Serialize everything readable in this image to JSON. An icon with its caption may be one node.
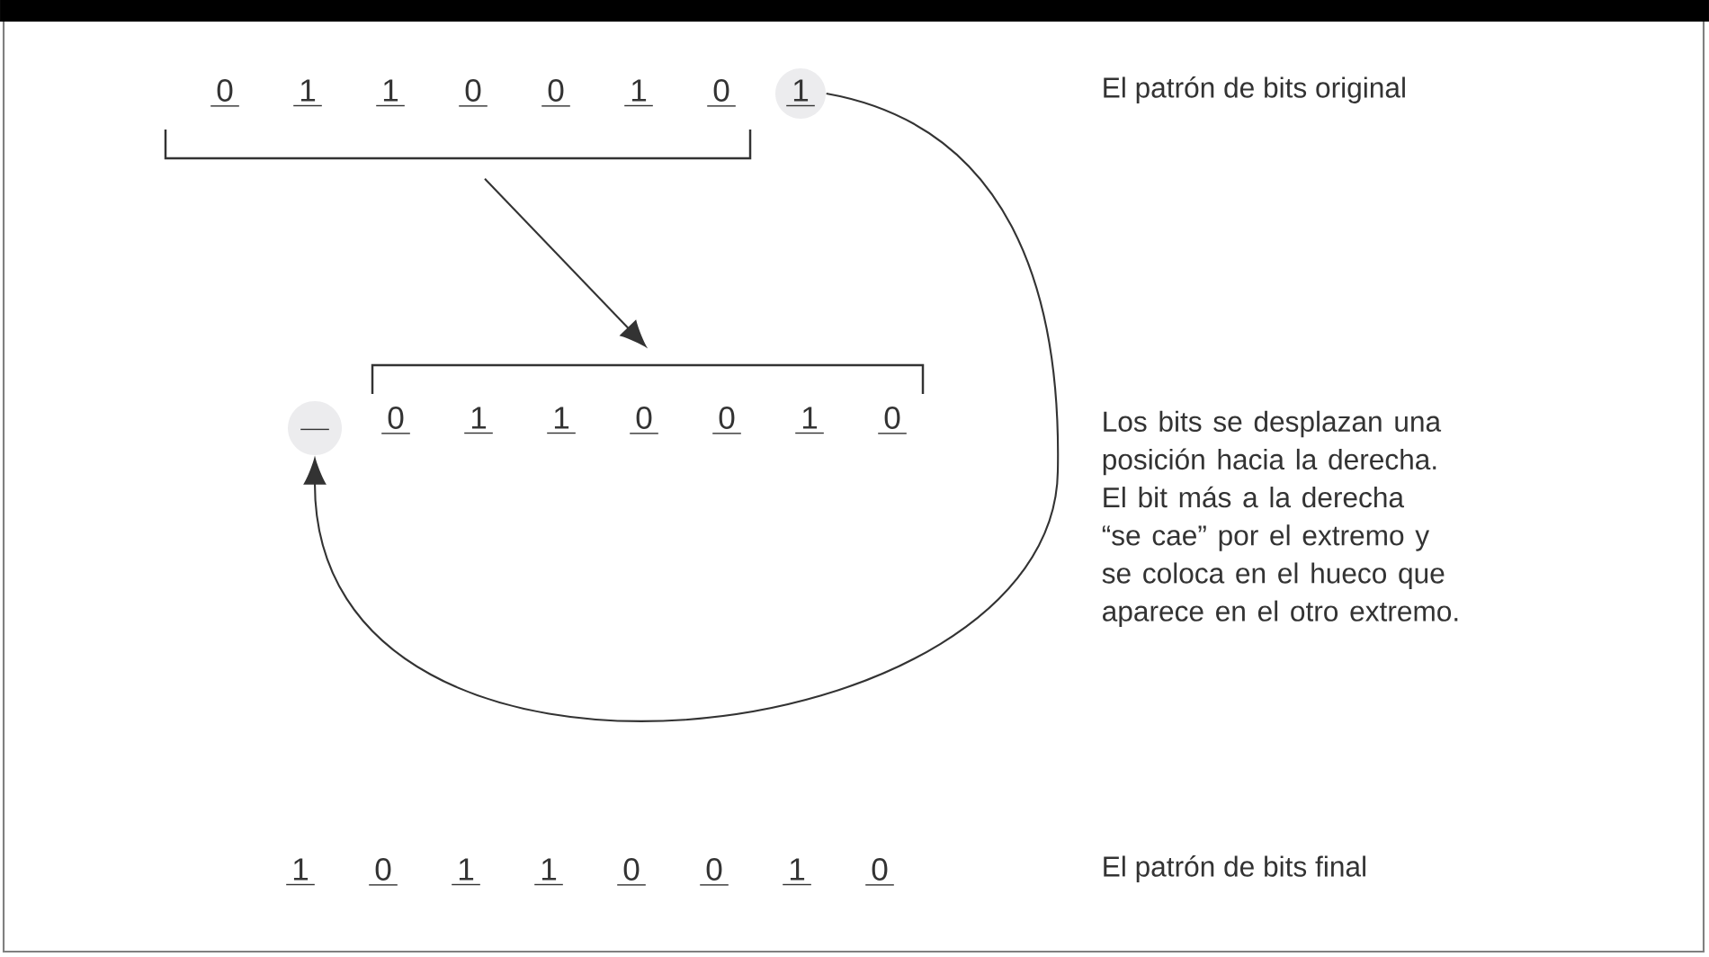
{
  "diagram": {
    "nodes": [
      {
        "text": [],
        "shape": "bracket"
      },
      {
        "text": [
          "1"
        ]
      },
      {
        "text": [],
        "shape": "bracket"
      },
      {
        "text": [],
        "shape": "circle"
      }
    ],
    "edges": [
      {
        "from": 0,
        "to": 2,
        "arrow": "to"
      },
      {
        "from": 1,
        "to": 3,
        "arrow": "to"
      }
    ],
    "labels": [
      "0",
      "1",
      "1",
      "0",
      "0",
      "1",
      "0",
      "El patrón de bits original",
      "0",
      "1",
      "1",
      "0",
      "0",
      "1",
      "0",
      "Los bits se desplazan una posición hacia la derecha. El bit más a la derecha “se cae” por el extremo y se coloca en el hueco que aparece en el otro extremo.",
      "1",
      "0",
      "1",
      "1",
      "0",
      "0",
      "1",
      "0",
      "El patrón de bits final"
    ]
  }
}
